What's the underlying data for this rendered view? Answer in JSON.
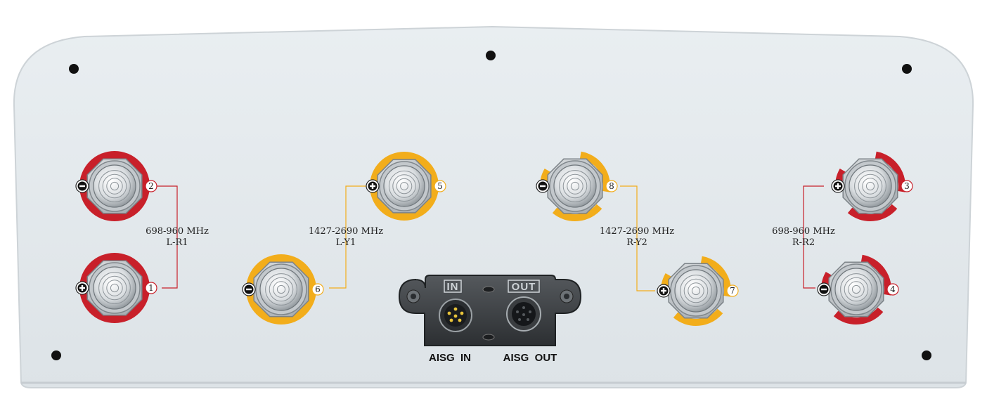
{
  "colors": {
    "panel": "#e4e9ec",
    "red_band": "#c8202a",
    "yellow_band": "#f2ad1b",
    "aisg_module": "#3a3e42"
  },
  "groups": [
    {
      "frequency": "698-960 MHz",
      "name": "L-R1",
      "color": "red"
    },
    {
      "frequency": "1427-2690 MHz",
      "name": "L-Y1",
      "color": "yellow"
    },
    {
      "frequency": "1427-2690 MHz",
      "name": "R-Y2",
      "color": "yellow"
    },
    {
      "frequency": "698-960 MHz",
      "name": "R-R2",
      "color": "red"
    }
  ],
  "ports": [
    {
      "number": "1",
      "polarity": "+",
      "color": "red"
    },
    {
      "number": "2",
      "polarity": "-",
      "color": "red"
    },
    {
      "number": "3",
      "polarity": "+",
      "color": "red"
    },
    {
      "number": "4",
      "polarity": "-",
      "color": "red"
    },
    {
      "number": "5",
      "polarity": "+",
      "color": "yellow"
    },
    {
      "number": "6",
      "polarity": "-",
      "color": "yellow"
    },
    {
      "number": "7",
      "polarity": "+",
      "color": "yellow"
    },
    {
      "number": "8",
      "polarity": "-",
      "color": "yellow"
    }
  ],
  "aisg": {
    "in_panel_label": "IN",
    "out_panel_label": "OUT",
    "in_caption": "AISG  IN",
    "out_caption": "AISG  OUT"
  }
}
